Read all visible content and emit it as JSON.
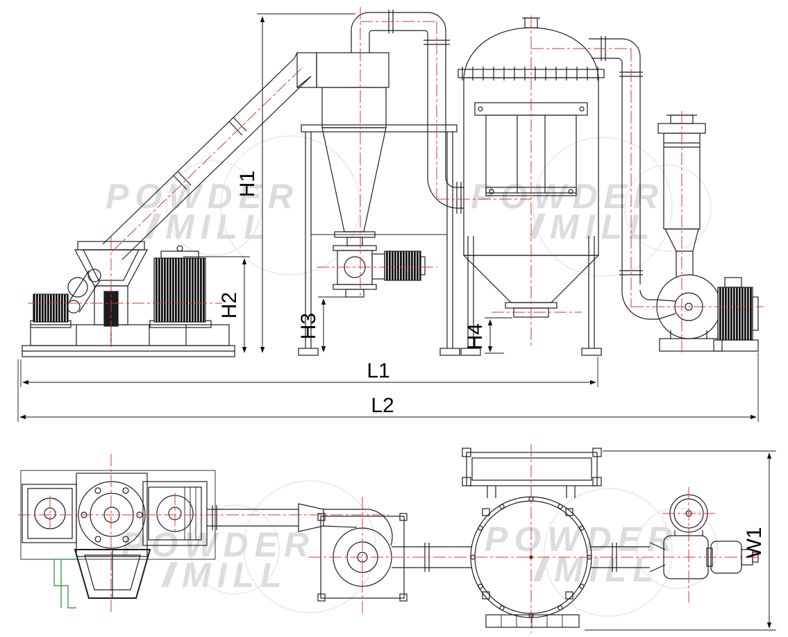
{
  "watermark": {
    "word1": "POWDER",
    "word2": "MILL"
  },
  "dimensions": {
    "h1": "H1",
    "h2": "H2",
    "h3": "H3",
    "h4": "H4",
    "l1": "L1",
    "l2": "L2",
    "w1": "W1"
  },
  "colors": {
    "outline": "#1c1c1c",
    "centerline": "#e03131",
    "watermark": "#dcdcdc",
    "detail_green": "#3c9e4d",
    "dimension": "#111111",
    "background": "#ffffff"
  }
}
